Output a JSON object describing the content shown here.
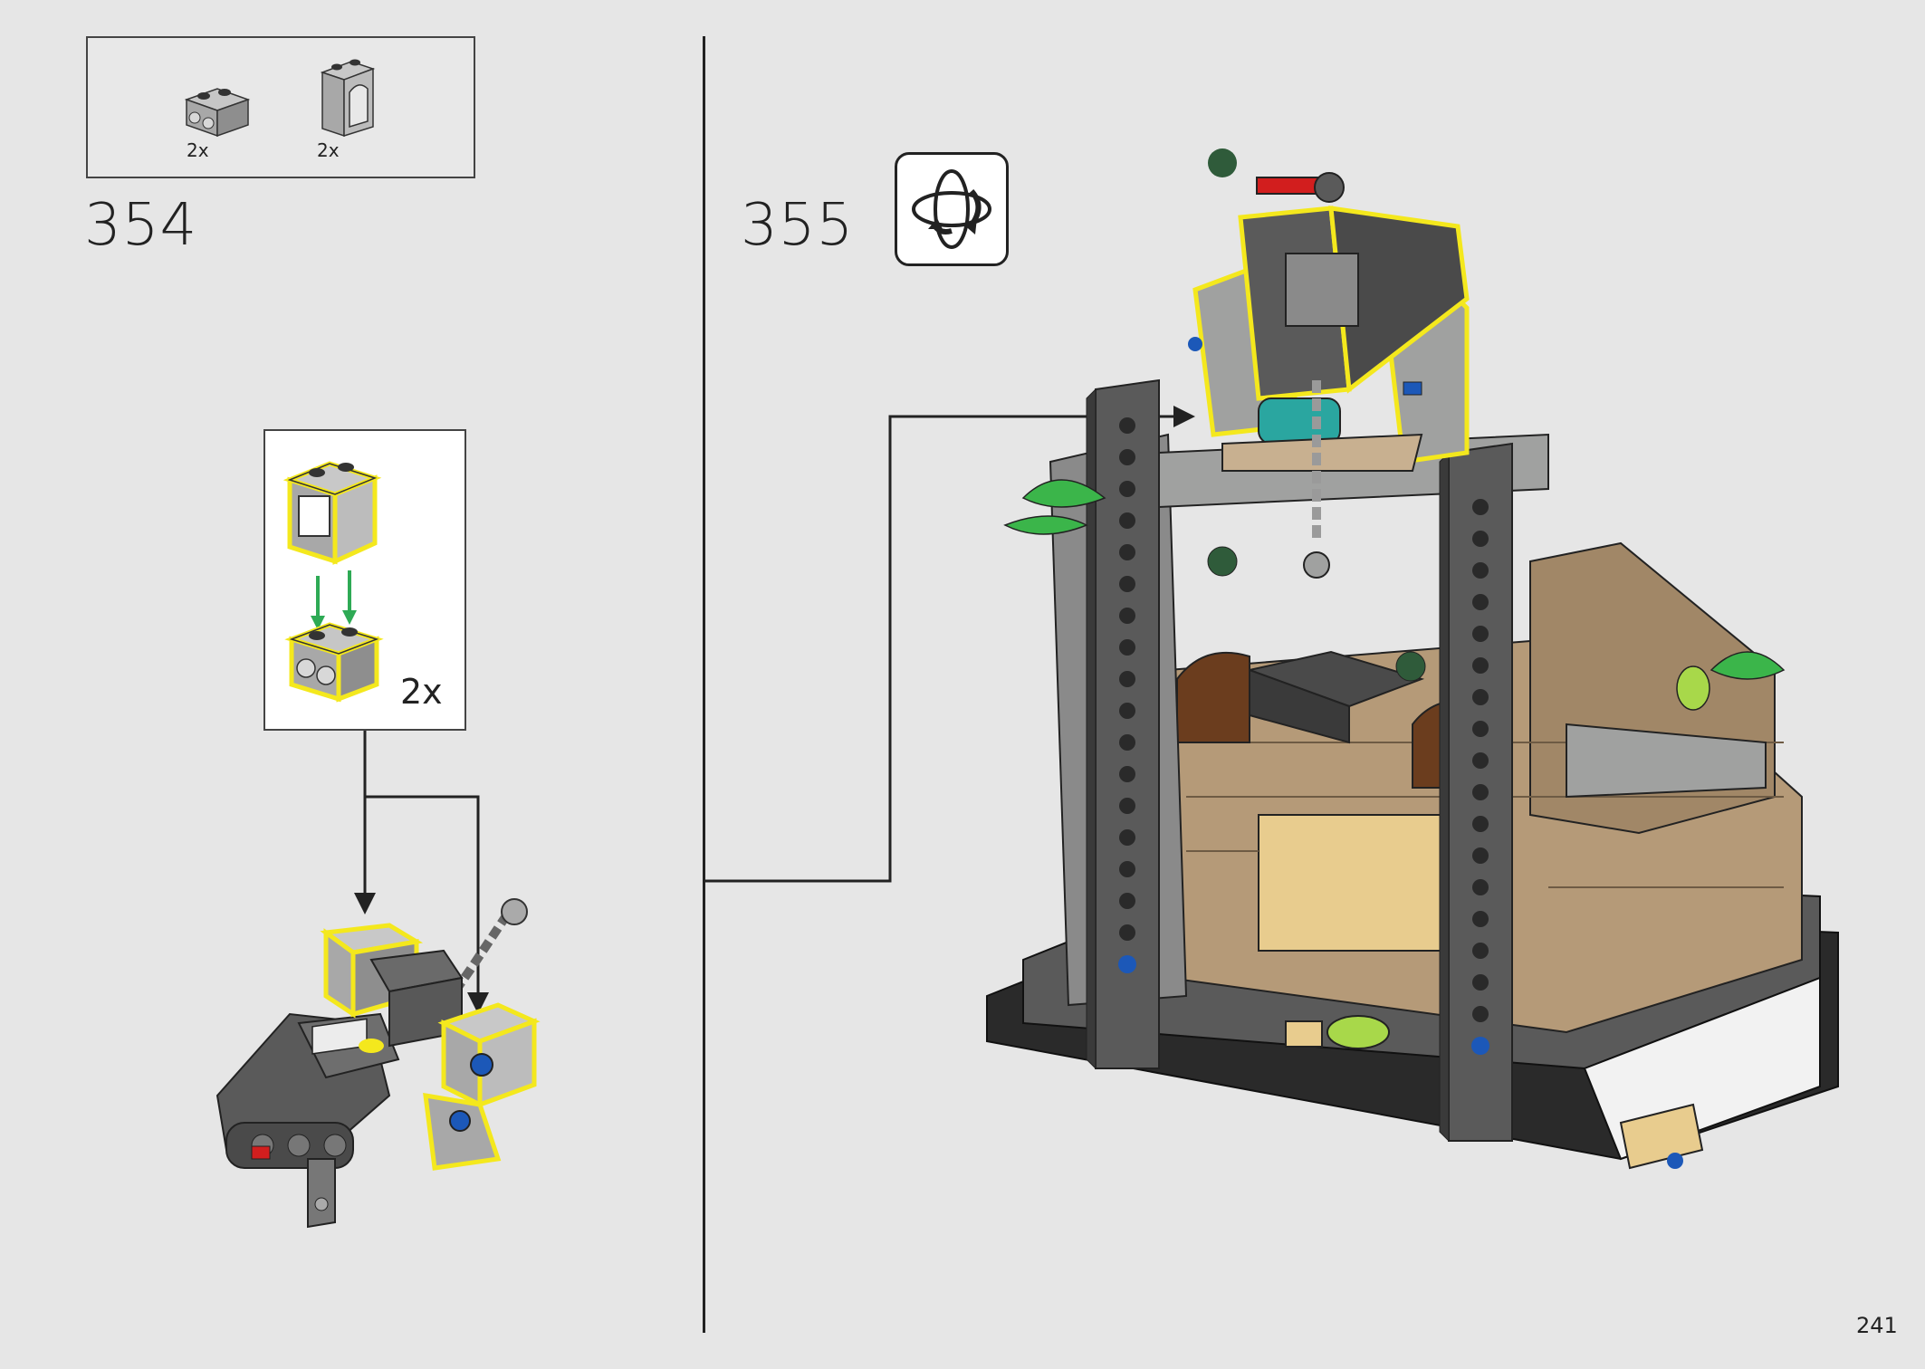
{
  "parts_list": [
    {
      "icon": "technic-brick-1x2-with-holes-icon",
      "quantity": "2x"
    },
    {
      "icon": "window-frame-1x2x2-icon",
      "quantity": "2x"
    }
  ],
  "steps": [
    {
      "number": "354",
      "sub_assembly": {
        "quantity": "2x"
      }
    },
    {
      "number": "355",
      "action_icon": "rotate-model-icon"
    }
  ],
  "page_number": "241",
  "colors": {
    "highlight": "#f4e81d",
    "arrow_green": "#2eaa55",
    "dark_grey": "#5a5a5a",
    "light_grey": "#a0a1a0",
    "tan": "#b59a78",
    "black": "#2a2a2a",
    "teal": "#2aa6a0",
    "red": "#d21e1e",
    "green": "#3bb54a",
    "blue": "#1c58b8"
  }
}
